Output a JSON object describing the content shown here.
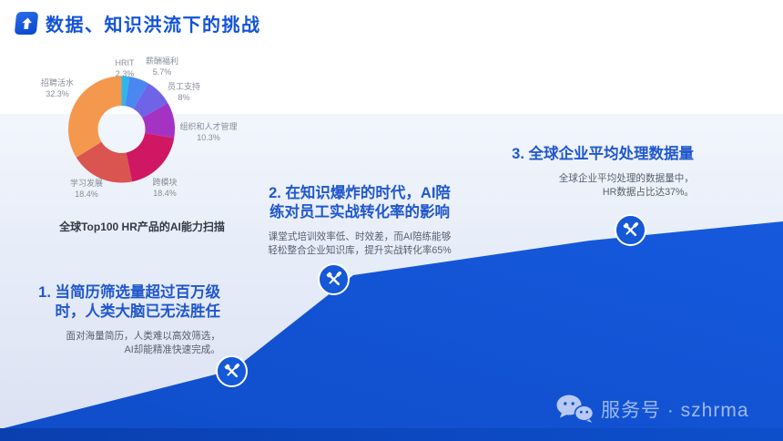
{
  "header": {
    "title": "数据、知识洪流下的挑战"
  },
  "chart_data": {
    "type": "pie",
    "donut": true,
    "title": "全球Top100 HR产品的AI能力扫描",
    "slices": [
      {
        "label": "HRIT",
        "value": 2.3,
        "display": "2.3%",
        "color": "#2fb6e9"
      },
      {
        "label": "薪酬福利",
        "value": 5.7,
        "display": "5.7%",
        "color": "#4b87f0"
      },
      {
        "label": "员工支持",
        "value": 8,
        "display": "8%",
        "color": "#6f63e8"
      },
      {
        "label": "组织和人才管理",
        "value": 10.3,
        "display": "10.3%",
        "color": "#a433c4"
      },
      {
        "label": "跨模块",
        "value": 18.4,
        "display": "18.4%",
        "color": "#d01763"
      },
      {
        "label": "学习发展",
        "value": 18.4,
        "display": "18.4%",
        "color": "#da5450"
      },
      {
        "label": "招聘活水",
        "value": 32.3,
        "display": "32.3%",
        "color": "#f4984e"
      }
    ],
    "start_angle_deg": 0,
    "direction": "clockwise"
  },
  "blocks": [
    {
      "heading": [
        "1. 当简历筛选量超过百万级",
        "时，人类大脑已无法胜任"
      ],
      "body": [
        "面对海量简历，人类难以高效筛选，",
        "AI却能精准快速完成。"
      ]
    },
    {
      "heading": [
        "2. 在知识爆炸的时代，AI陪",
        "练对员工实战转化率的影响"
      ],
      "body": [
        "课堂式培训效率低、时效差，而AI陪练能够",
        "轻松整合企业知识库，提升实战转化率65%"
      ]
    },
    {
      "heading": [
        "3. 全球企业平均处理数据量"
      ],
      "body": [
        "全球企业平均处理的数据量中，",
        "HR数据占比达37%。"
      ]
    }
  ],
  "footer": {
    "wechat_label": "服务号 · szhrma"
  },
  "icons": {
    "logo": "up-arrow-icon",
    "milestone": "wrench-screwdriver-icon",
    "wechat": "wechat-chat-bubbles-icon"
  },
  "colors": {
    "mountain": "#1254d3",
    "accent_text": "#2057cc",
    "title": "#1353d9"
  }
}
